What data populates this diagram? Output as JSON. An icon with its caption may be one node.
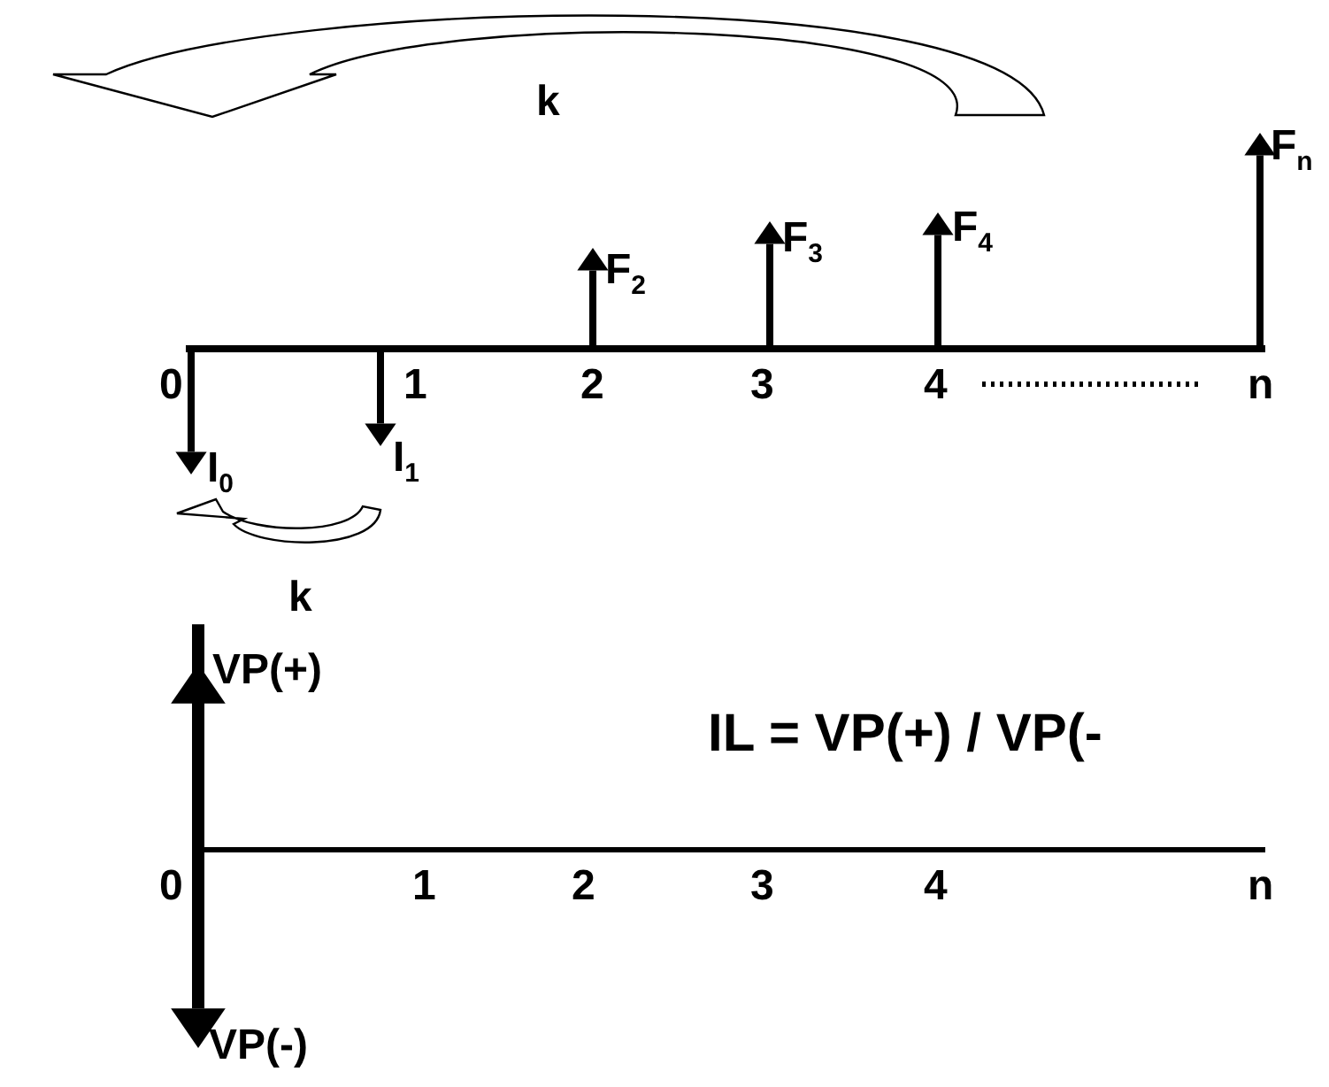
{
  "diagram": {
    "labels": [
      "k",
      "F$_{n}$",
      "F$_{2}$",
      "F$_{3}$",
      "F$_{4}$",
      "0",
      "1",
      "2",
      "3",
      "4",
      "n",
      "I$_{0}$",
      "I$_{1}$",
      "k",
      "VP(+)",
      "IL = VP(+) / VP(-",
      "0",
      "1",
      "2",
      "3",
      "4",
      "n",
      "VP(-)"
    ]
  }
}
